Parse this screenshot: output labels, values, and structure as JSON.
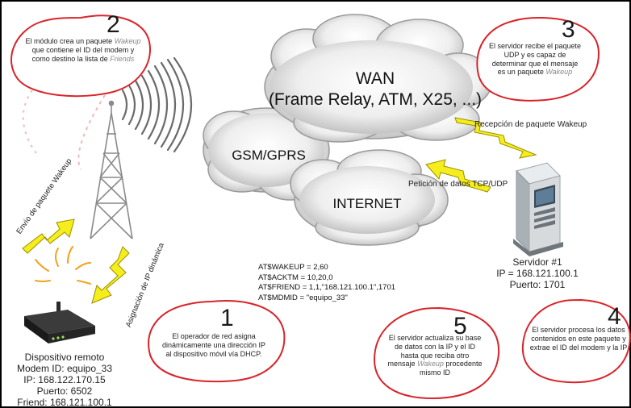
{
  "clouds": {
    "wan_line1": "WAN",
    "wan_line2": "(Frame Relay, ATM, X25, ...)",
    "gsm": "GSM/GPRS",
    "internet": "INTERNET"
  },
  "callouts": {
    "c1": {
      "number": "1",
      "text": "El operador de red asigna dinámicamente una dirección IP al dispositivo móvil vía DHCP."
    },
    "c2": {
      "number": "2",
      "pre": "El módulo crea un paquete ",
      "em1": "Wakeup",
      "mid": " que contiene el ID del modem y como destino la lista de ",
      "em2": "Friends"
    },
    "c3": {
      "number": "3",
      "pre": "El servidor recibe el paquete UDP y es capaz de determinar que el mensaje es un paquete ",
      "em": "Wakeup"
    },
    "c4": {
      "number": "4",
      "text": "El servidor procesa los datos contenidos en este paquete y extrae el ID del modem y la IP"
    },
    "c5": {
      "number": "5",
      "pre": "El servidor actualiza su base de datos con la IP y el ID hasta que reciba otro mensaje ",
      "em": "Wakeup",
      "post": " procedente mismo ID"
    }
  },
  "arrows": {
    "envio": "Envío de paquete Wakeup",
    "asignacion": "Asignación de IP dinámica",
    "recepcion": "Recepción de paquete Wakeup",
    "peticion": "Petición de datos TCP/UDP"
  },
  "at_commands": [
    "AT$WAKEUP = 2,60",
    "AT$ACKTM = 10,20,0",
    "AT$FRIEND = 1,1,\"168.121.100.1\",1701",
    "AT$MDMID = \"equipo_33\""
  ],
  "device": {
    "title": "Dispositivo remoto",
    "modem_id": "Modem ID: equipo_33",
    "ip": "IP: 168.122.170.15",
    "port": "Puerto: 6502",
    "friend": "Friend: 168.121.100.1"
  },
  "server": {
    "title": "Servidor #1",
    "ip": "IP = 168.121.100.1",
    "port": "Puerto: 1701"
  },
  "colors": {
    "callout_border": "#d8242a",
    "bolt": "#f5ee1c",
    "bolt_outline": "#9a8f00"
  }
}
